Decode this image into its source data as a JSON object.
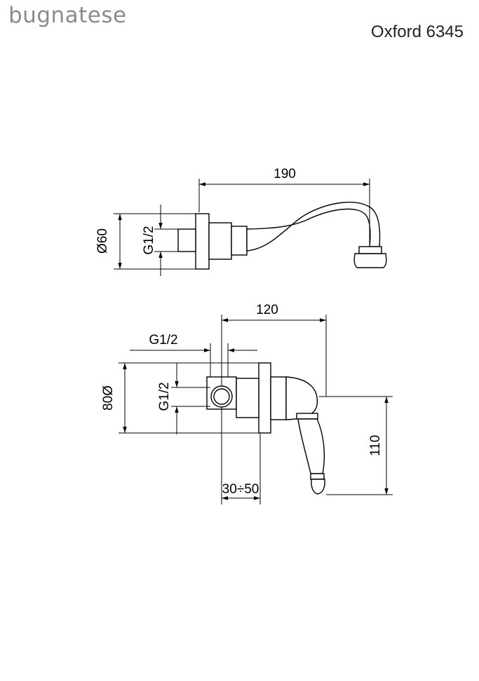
{
  "header": {
    "brand": "bugnatese",
    "model": "Oxford 6345"
  },
  "top_view": {
    "width_label": "190",
    "diameter_label": "Ø60",
    "thread_label": "G1/2"
  },
  "bottom_view": {
    "width_label": "120",
    "thread_top_label": "G1/2",
    "diameter_label": "80Ø",
    "thread_side_label": "G1/2",
    "depth_label": "30÷50",
    "height_label": "110"
  }
}
